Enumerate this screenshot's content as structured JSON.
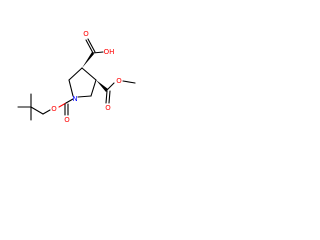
{
  "molecule": {
    "atoms": {
      "nitrogen": "N",
      "boc_carbonyl_o": "O",
      "boc_ester_o": "O",
      "acid_carbonyl_o": "O",
      "acid_oh": "OH",
      "methyl_ester_carbonyl_o": "O",
      "methyl_ester_o": "O"
    },
    "colors": {
      "bond": "#000000",
      "oxygen": "#ff0000",
      "nitrogen": "#0000ff"
    }
  }
}
